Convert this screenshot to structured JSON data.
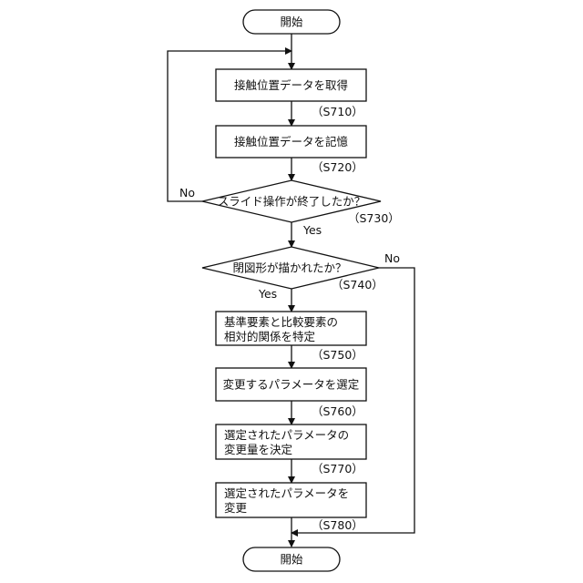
{
  "terminals": {
    "start": "開始",
    "end": "開始"
  },
  "steps": {
    "s710": {
      "label": "接触位置データを取得",
      "code": "（S710）"
    },
    "s720": {
      "label": "接触位置データを記憶",
      "code": "（S720）"
    },
    "s730": {
      "label": "スライド操作が終了したか？",
      "code": "（S730）"
    },
    "s740": {
      "label": "閉図形が描かれたか？",
      "code": "（S740）"
    },
    "s750": {
      "line1": "基準要素と比較要素の",
      "line2": "相対的関係を特定",
      "code": "（S750）"
    },
    "s760": {
      "label": "変更するパラメータを選定",
      "code": "（S760）"
    },
    "s770": {
      "line1": "選定されたパラメータの",
      "line2": "変更量を決定",
      "code": "（S770）"
    },
    "s780": {
      "line1": "選定されたパラメータを",
      "line2": "変更",
      "code": "（S780）"
    }
  },
  "branches": {
    "s730_no": "No",
    "s730_yes": "Yes",
    "s740_no": "No",
    "s740_yes": "Yes"
  }
}
